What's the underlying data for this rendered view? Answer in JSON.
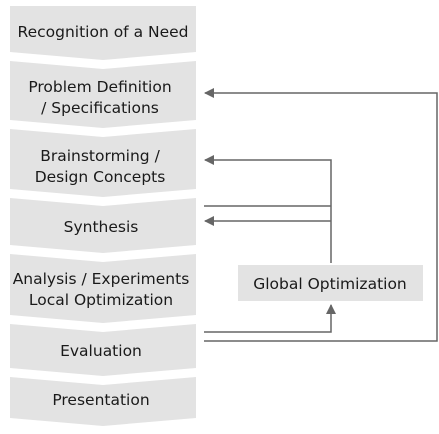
{
  "process_steps": [
    {
      "lines": [
        "Recognition of a Need"
      ]
    },
    {
      "lines": [
        "Problem Definition",
        "/ Specifications"
      ]
    },
    {
      "lines": [
        "Brainstorming /",
        "Design Concepts"
      ]
    },
    {
      "lines": [
        "Synthesis"
      ]
    },
    {
      "lines": [
        "Analysis / Experiments",
        "Local Optimization"
      ]
    },
    {
      "lines": [
        "Evaluation"
      ]
    },
    {
      "lines": [
        "Presentation"
      ]
    }
  ],
  "side_box": {
    "label": "Global Optimization"
  },
  "colors": {
    "chevron_fill": "#e3e3e3",
    "box_fill": "#e3e3e3",
    "line": "#666666",
    "text": "#1a1a1a"
  }
}
